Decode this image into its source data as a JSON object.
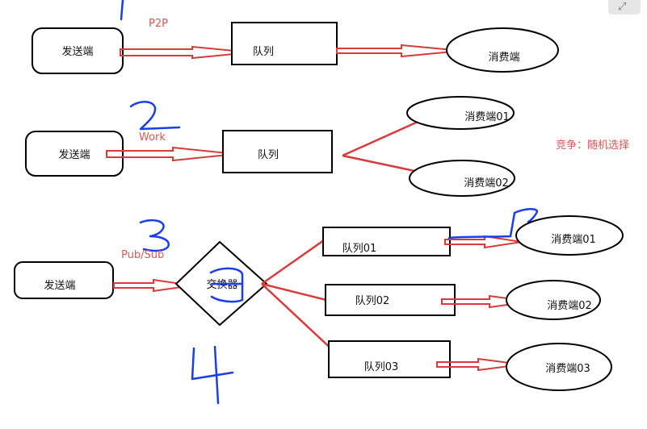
{
  "sections": {
    "p2p": {
      "label": "P2P",
      "sender": "发送端",
      "queue": "队列",
      "consumer": "消费端"
    },
    "work": {
      "label": "Work",
      "sender": "发送端",
      "queue": "队列",
      "consumers": [
        "消费端01",
        "消费端02"
      ],
      "note": "竞争：随机选择"
    },
    "pubsub": {
      "label": "Pub/Sub",
      "sender": "发送端",
      "exchange": "交换器",
      "queues": [
        "队列01",
        "队列02",
        "队列03"
      ],
      "consumers": [
        "消费端01",
        "消费端02",
        "消费端03"
      ]
    }
  },
  "colors": {
    "arrow": "#d93a3a",
    "annotation_text": "#e05555",
    "handwriting": "#1a3df0"
  },
  "toolbar": {
    "expand_icon": "expand-icon"
  }
}
